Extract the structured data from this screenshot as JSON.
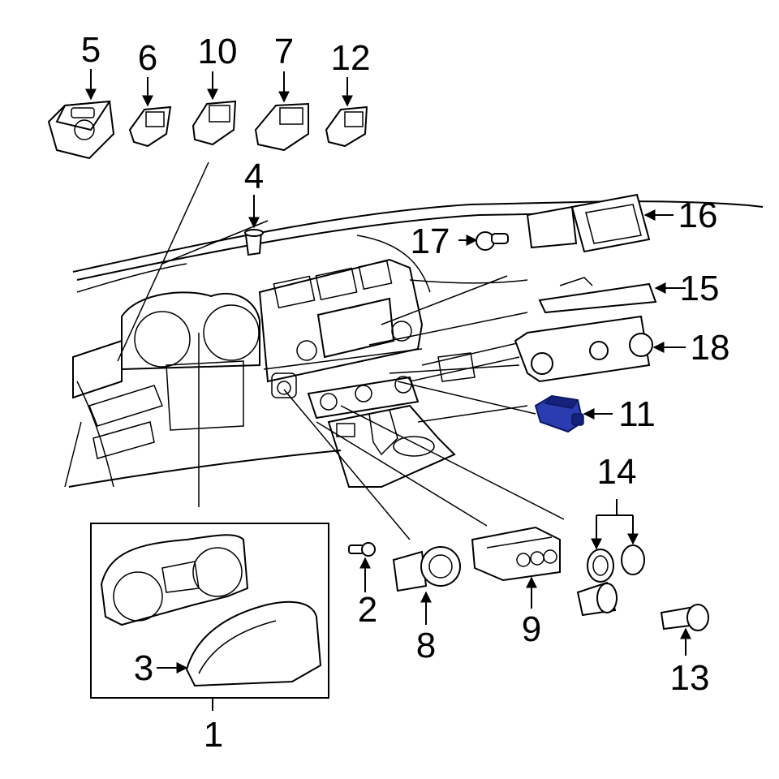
{
  "diagram": {
    "highlighted_part": "11",
    "colors": {
      "background": "#ffffff",
      "line": "#000000",
      "highlight": "#2a3cb0"
    },
    "callouts": [
      {
        "id": "c1",
        "label": "1"
      },
      {
        "id": "c2",
        "label": "2"
      },
      {
        "id": "c3",
        "label": "3"
      },
      {
        "id": "c4",
        "label": "4"
      },
      {
        "id": "c5",
        "label": "5"
      },
      {
        "id": "c6",
        "label": "6"
      },
      {
        "id": "c7",
        "label": "7"
      },
      {
        "id": "c8",
        "label": "8"
      },
      {
        "id": "c9",
        "label": "9"
      },
      {
        "id": "c10",
        "label": "10"
      },
      {
        "id": "c11",
        "label": "11"
      },
      {
        "id": "c12",
        "label": "12"
      },
      {
        "id": "c13",
        "label": "13"
      },
      {
        "id": "c14",
        "label": "14"
      },
      {
        "id": "c15",
        "label": "15"
      },
      {
        "id": "c16",
        "label": "16"
      },
      {
        "id": "c17",
        "label": "17"
      },
      {
        "id": "c18",
        "label": "18"
      }
    ]
  }
}
